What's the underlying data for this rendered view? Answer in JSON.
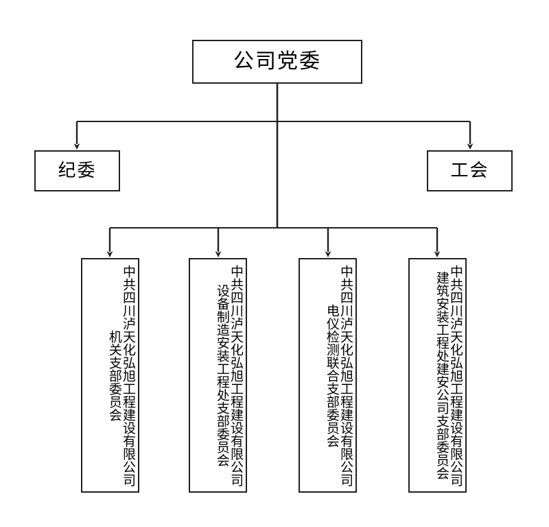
{
  "chart_title": "",
  "colors": {
    "line": "#231f20",
    "box_border": "#231f20",
    "background": "#ffffff",
    "text": "#000000"
  },
  "nodes": {
    "root": {
      "label": "公司党委",
      "level": 1
    },
    "level2": [
      {
        "label": "纪委",
        "position": "left"
      },
      {
        "label": "工会",
        "position": "right"
      }
    ],
    "level3": [
      {
        "org": "中共四川泸天化弘旭工程建设有限公司",
        "unit": "机关支部委员会"
      },
      {
        "org": "中共四川泸天化弘旭工程建设有限公司",
        "unit": "设备制造安装工程处支部委员会"
      },
      {
        "org": "中共四川泸天化弘旭工程建设有限公司",
        "unit": "电仪检测联合支部委员会"
      },
      {
        "org": "中共四川泸天化弘旭工程建设有限公司",
        "unit": "建筑安装工程处建安公司支部委员会"
      }
    ]
  }
}
